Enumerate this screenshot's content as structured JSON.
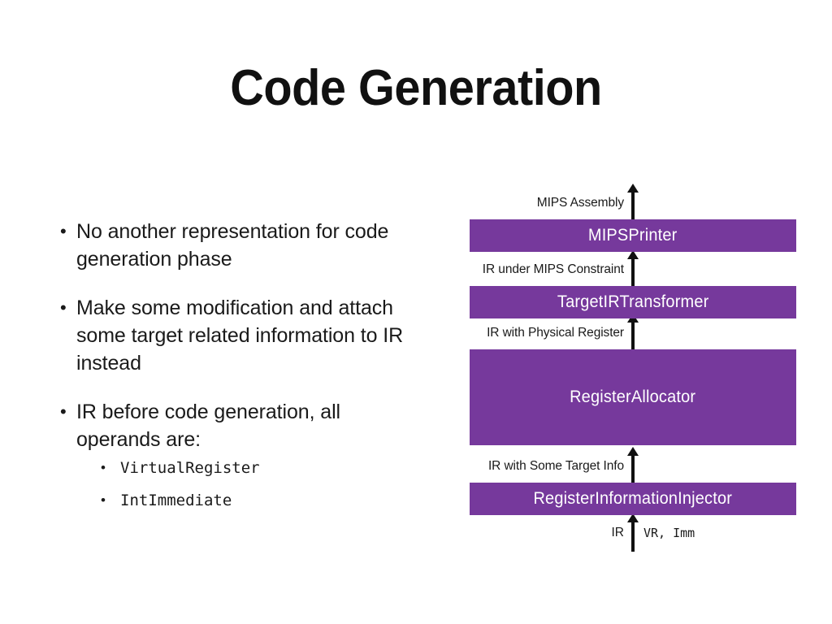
{
  "slide": {
    "title": "Code Generation",
    "bullet_marker": "•",
    "bullets": [
      {
        "text": "No another representation for code generation phase"
      },
      {
        "text": "Make some modification and attach some target related information to IR instead"
      },
      {
        "text": "IR before code generation, all operands are:",
        "sub_marker": "•",
        "subitems": [
          {
            "text": "VirtualRegister"
          },
          {
            "text": "IntImmediate"
          }
        ]
      }
    ]
  },
  "diagram": {
    "accent_color": "#76399C",
    "box_text_color": "#ffffff",
    "arrow_color": "#111111",
    "stages": [
      {
        "name": "mipsprinter",
        "label": "MIPSPrinter"
      },
      {
        "name": "targetirtransformer",
        "label": "TargetIRTransformer"
      },
      {
        "name": "registerallocator",
        "label": "RegisterAllocator"
      },
      {
        "name": "registerinformationinjector",
        "label": "RegisterInformationInjector"
      }
    ],
    "edge_labels": [
      {
        "name": "mips-assembly",
        "label": "MIPS Assembly"
      },
      {
        "name": "ir-under-mips-constraint",
        "label": "IR under MIPS Constraint"
      },
      {
        "name": "ir-with-physical-register",
        "label": "IR with Physical Register"
      },
      {
        "name": "ir-with-some-target-info",
        "label": "IR with Some Target Info"
      }
    ],
    "input_label": {
      "left": "IR",
      "right": "VR, Imm"
    }
  }
}
